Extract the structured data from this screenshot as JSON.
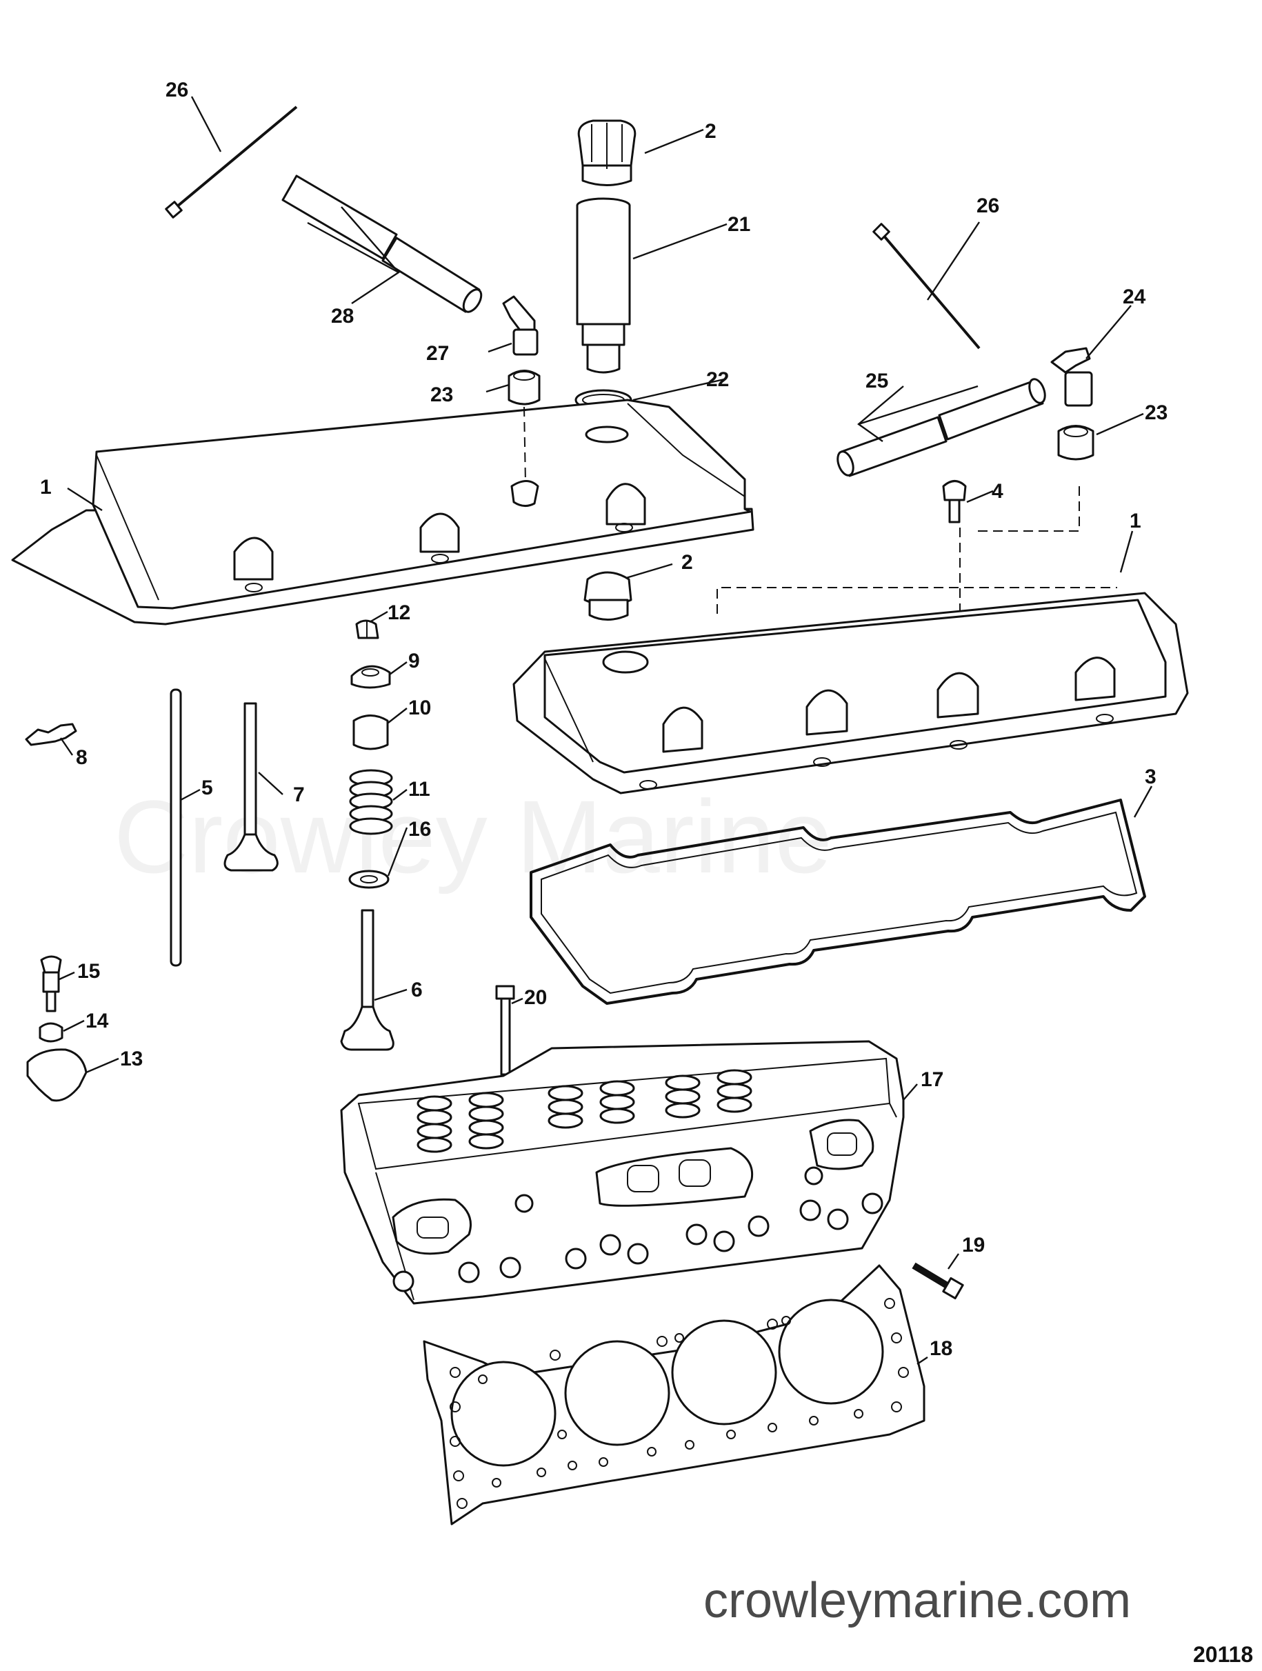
{
  "watermark": "Crowley Marine",
  "site": "crowleymarine.com",
  "figure_number": "20118",
  "callouts": {
    "c1a": "1",
    "c1b": "1",
    "c2a": "2",
    "c2b": "2",
    "c3": "3",
    "c4": "4",
    "c5": "5",
    "c6": "6",
    "c7": "7",
    "c8": "8",
    "c9": "9",
    "c10": "10",
    "c11": "11",
    "c12": "12",
    "c13": "13",
    "c14": "14",
    "c15": "15",
    "c16": "16",
    "c17": "17",
    "c18": "18",
    "c19": "19",
    "c20": "20",
    "c21": "21",
    "c22": "22",
    "c23a": "23",
    "c23b": "23",
    "c24": "24",
    "c25": "25",
    "c26a": "26",
    "c26b": "26",
    "c27": "27",
    "c28": "28"
  }
}
